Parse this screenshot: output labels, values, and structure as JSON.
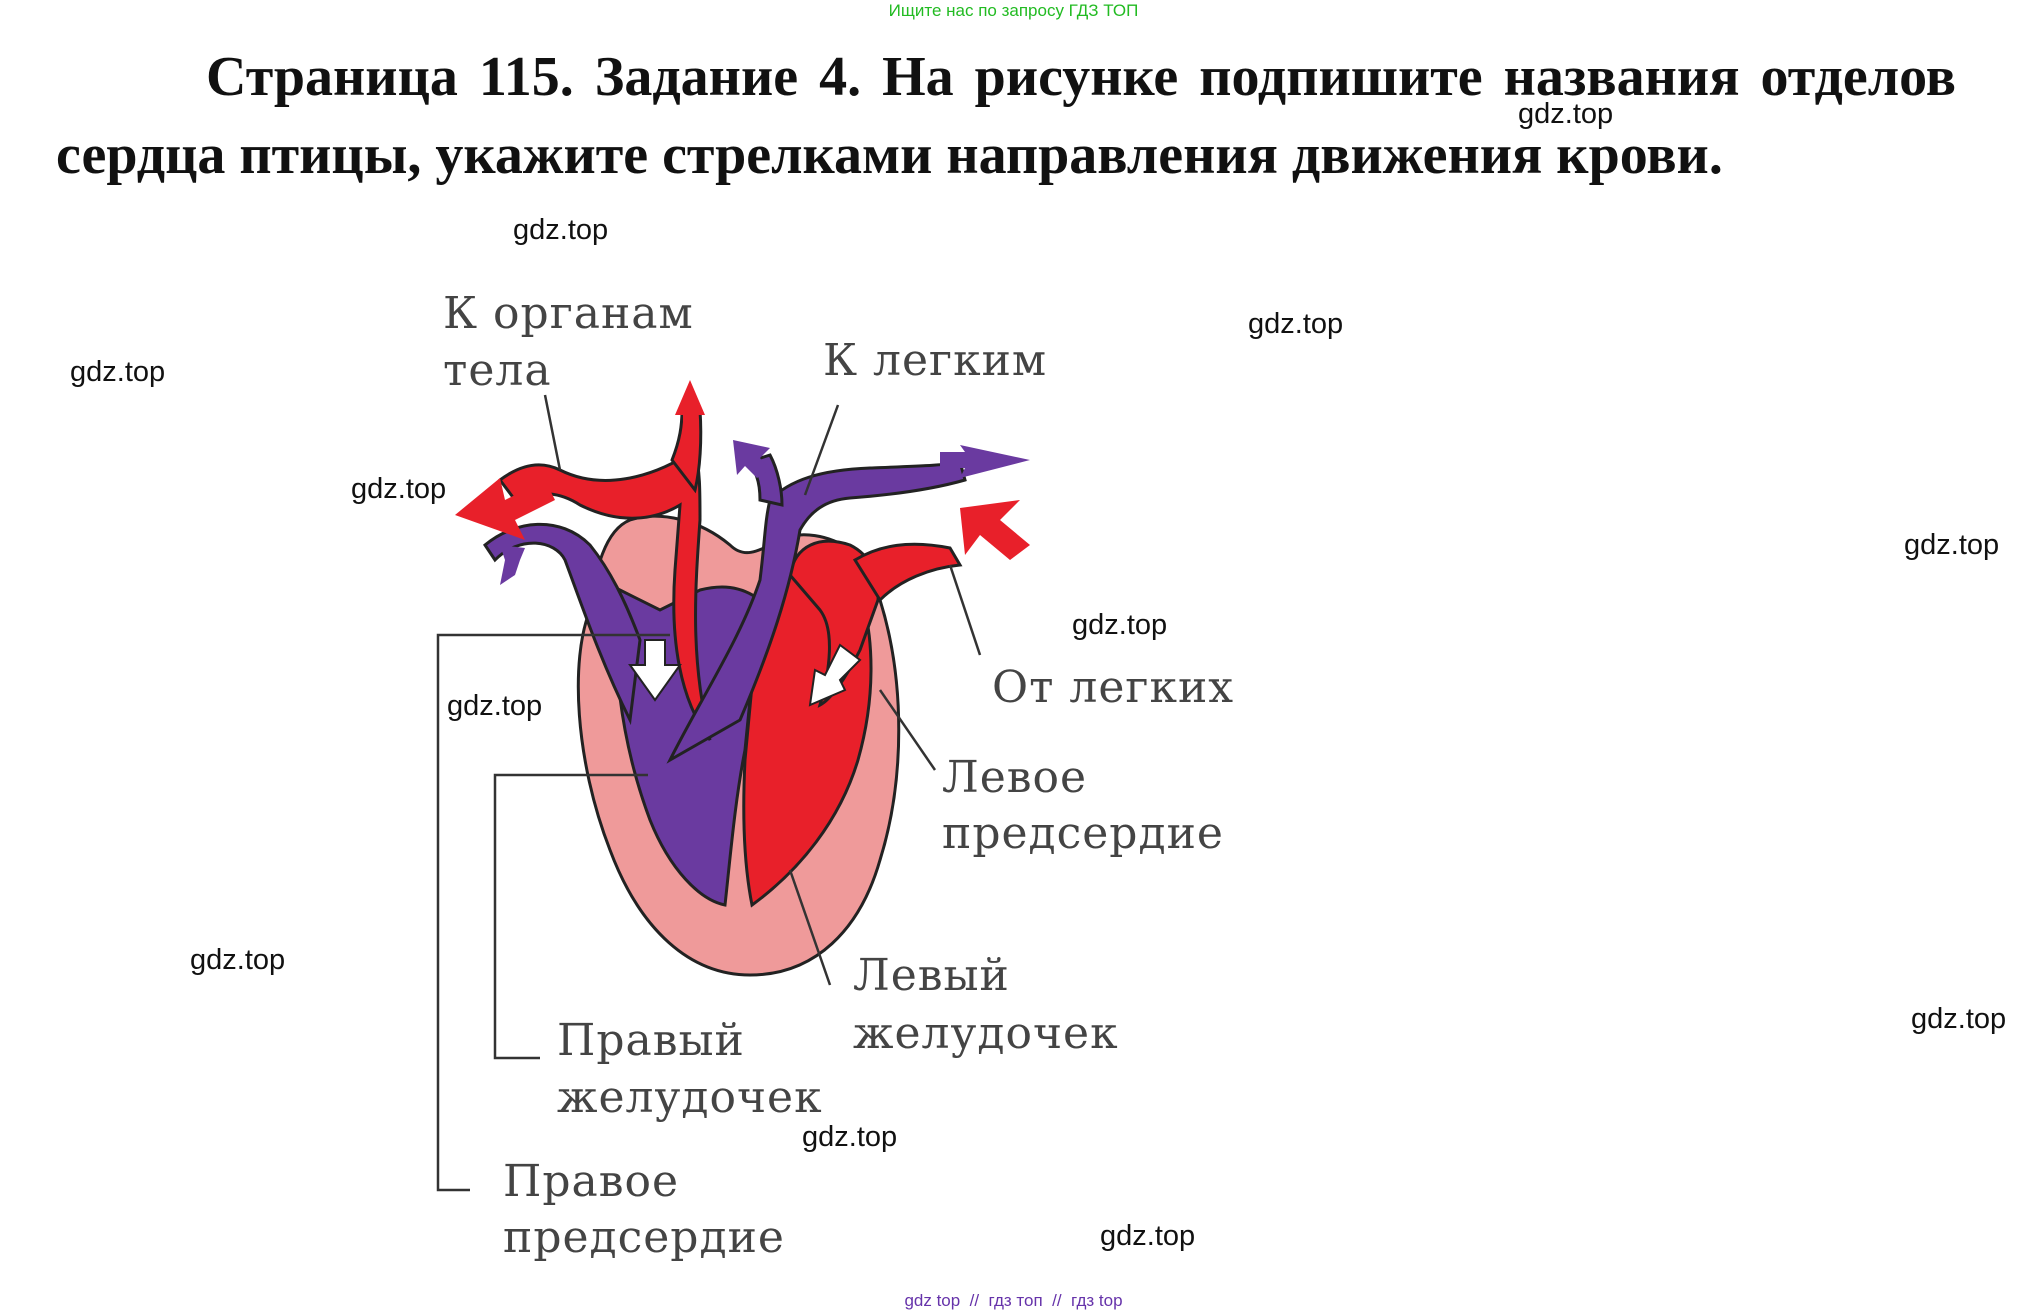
{
  "banner": "Ищите нас по запросу ГДЗ ТОП",
  "task_text": "Страница 115. Задание 4. На рисунке подпишите названия отделов сердца птицы, укажите стрелками направления движения крови.",
  "diagram": {
    "labels": {
      "to_body_1": "К органам",
      "to_body_2": "тела",
      "to_lungs": "К легким",
      "from_lungs": "От легких",
      "left_atrium_1": "Левое",
      "left_atrium_2": "предсердие",
      "left_ventricle_1": "Левый",
      "left_ventricle_2": "желудочек",
      "right_ventricle_1": "Правый",
      "right_ventricle_2": "желудочек",
      "right_atrium_1": "Правое",
      "right_atrium_2": "предсердие"
    },
    "colors": {
      "arterial": "#e8202a",
      "venous": "#6a3aa0",
      "wall": "#ef9a9a"
    }
  },
  "watermark": "gdz.top",
  "footer": "gdz top  //  гдз топ  //  гдз top"
}
